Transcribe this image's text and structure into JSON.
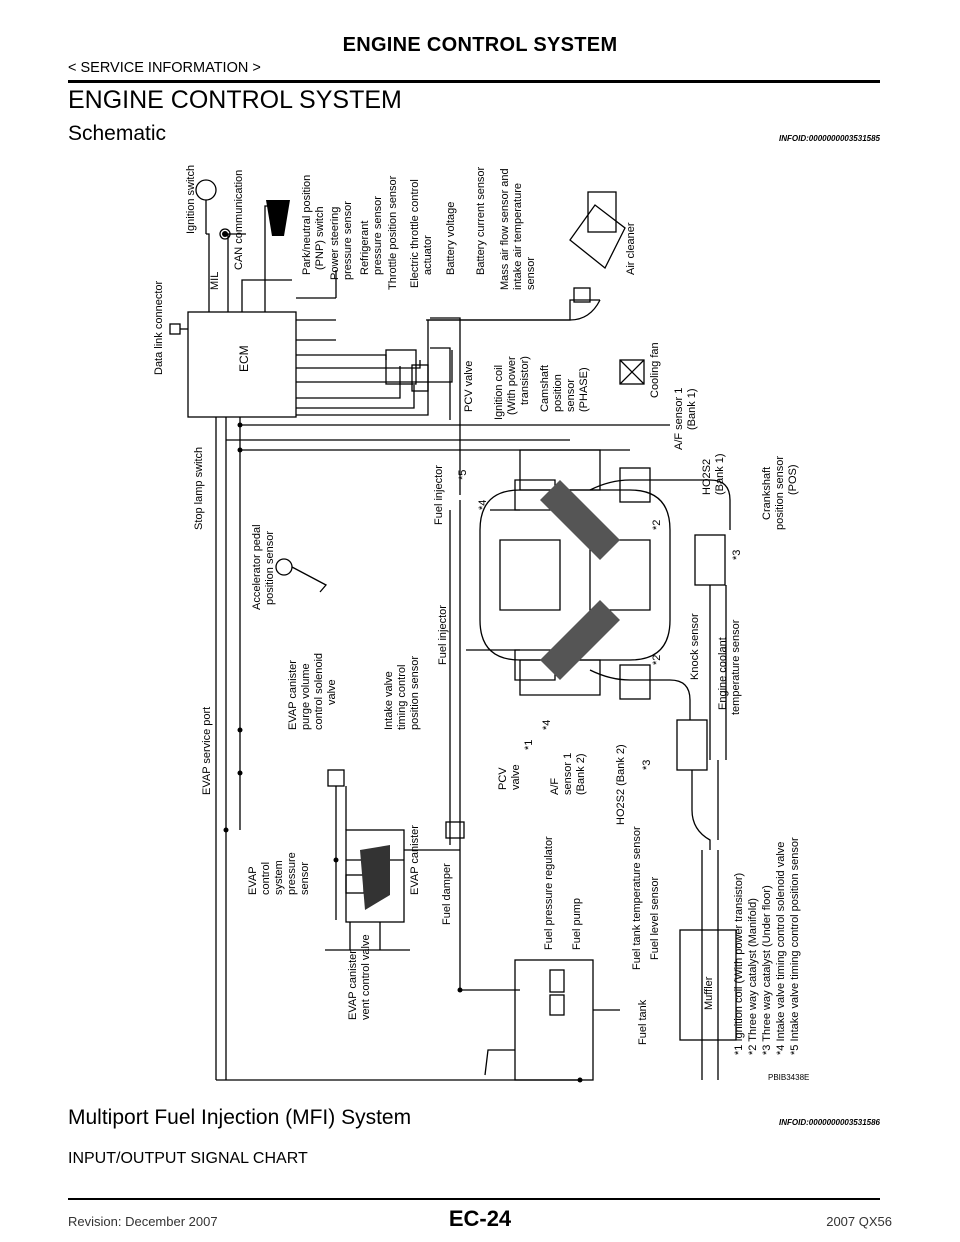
{
  "header": {
    "title": "ENGINE CONTROL SYSTEM",
    "subtitle": "< SERVICE INFORMATION >"
  },
  "section_title": "ENGINE CONTROL SYSTEM",
  "schematic": {
    "heading": "Schematic",
    "info_id": "INFOID:0000000003531585",
    "figure_id": "PBIB3438E",
    "labels": {
      "data_link_connector": "Data link connector",
      "ecm": "ECM",
      "ignition_switch": "Ignition switch",
      "mil": "MIL",
      "can": "CAN communication",
      "pnp_1": "Park/neutral position",
      "pnp_2": "(PNP) switch",
      "ps_1": "Power steering",
      "ps_2": "pressure sensor",
      "ref_1": "Refrigerant",
      "ref_2": "pressure sensor",
      "tps": "Throttle position sensor",
      "etc_1": "Electric throttle control",
      "etc_2": "actuator",
      "batt_v": "Battery voltage",
      "batt_c": "Battery current sensor",
      "maf_1": "Mass air flow sensor and",
      "maf_2": "intake air temperature",
      "maf_3": "sensor",
      "air_cleaner": "Air cleaner",
      "stop_lamp": "Stop lamp switch",
      "pcv_top": "PCV valve",
      "coil_1": "Ignition coil",
      "coil_2": "(With power",
      "coil_3": "transistor)",
      "cam_1": "Camshaft",
      "cam_2": "position",
      "cam_3": "sensor",
      "cam_4": "(PHASE)",
      "cooling_fan": "Cooling fan",
      "af1_1": "A/F sensor 1",
      "af1_2": "(Bank 1)",
      "ho2_b1_1": "HO2S2",
      "ho2_b1_2": "(Bank 1)",
      "crank_1": "Crankshaft",
      "crank_2": "position sensor",
      "crank_3": "(POS)",
      "fuel_inj_top": "Fuel injector",
      "fuel_inj_bot": "Fuel injector",
      "app_1": "Accelerator pedal",
      "app_2": "position sensor",
      "evap_purge_1": "EVAP canister",
      "evap_purge_2": "purge volume",
      "evap_purge_3": "control solenoid",
      "evap_purge_4": "valve",
      "ivt_1": "Intake valve",
      "ivt_2": "timing control",
      "ivt_3": "position sensor",
      "knock": "Knock sensor",
      "ect_1": "Engine coolant",
      "ect_2": "temperature sensor",
      "evap_port": "EVAP service port",
      "pcv_bot_1": "PCV",
      "pcv_bot_2": "valve",
      "af2_1": "A/F",
      "af2_2": "sensor 1",
      "af2_3": "(Bank 2)",
      "ho2_b2": "HO2S2 (Bank 2)",
      "evap_press_1": "EVAP",
      "evap_press_2": "control",
      "evap_press_3": "system",
      "evap_press_4": "pressure",
      "evap_press_5": "sensor",
      "evap_canister": "EVAP canister",
      "fuel_damper": "Fuel damper",
      "fpr": "Fuel pressure regulator",
      "fuel_pump": "Fuel pump",
      "ftt": "Fuel tank temperature sensor",
      "fls": "Fuel level sensor",
      "vent_1": "EVAP canister",
      "vent_2": "vent control valve",
      "fuel_tank": "Fuel tank",
      "muffler": "Muffler",
      "m1": "*1",
      "m2": "*2",
      "m3": "*3",
      "m4": "*4",
      "m5": "*5"
    },
    "notes": [
      "*1 Ignition coil (With power transistor)",
      "*2 Three way catalyst (Manifold)",
      "*3 Three way catalyst (Under floor)",
      "*4 Intake valve timing control solenoid valve",
      "*5 Intake valve timing control position sensor"
    ]
  },
  "mfi": {
    "heading": "Multiport Fuel Injection (MFI) System",
    "info_id": "INFOID:0000000003531586",
    "subheading": "INPUT/OUTPUT SIGNAL CHART"
  },
  "footer": {
    "page": "EC-24",
    "revision": "Revision: December 2007",
    "model": "2007 QX56"
  }
}
